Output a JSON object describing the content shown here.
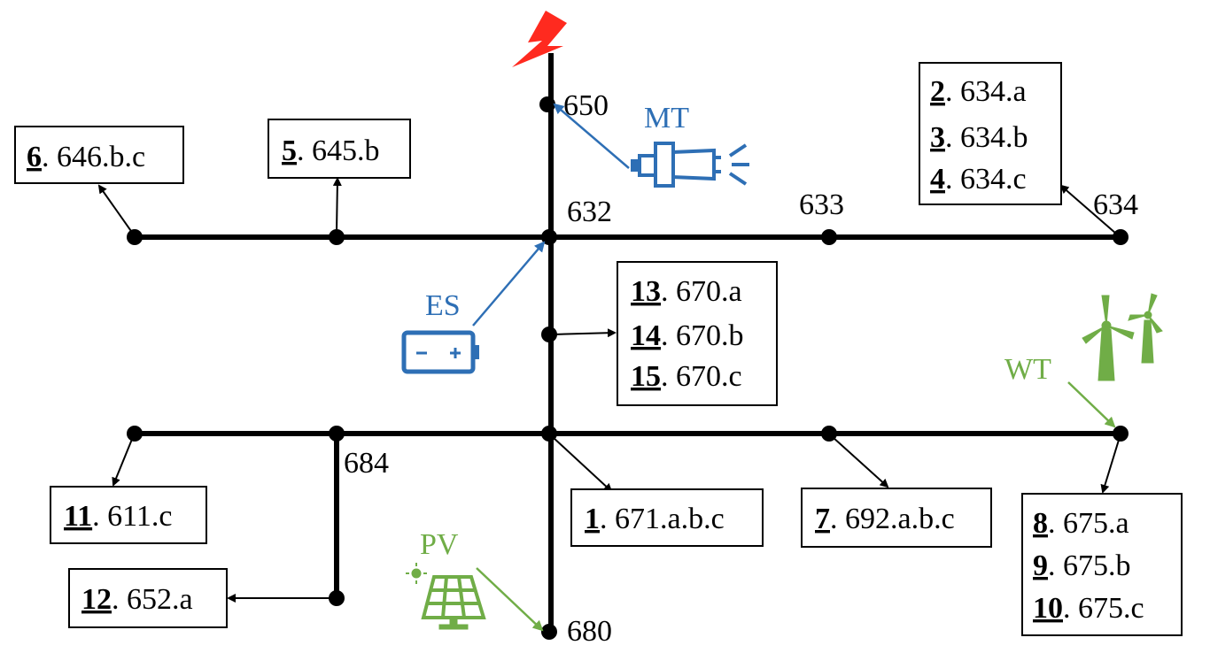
{
  "colors": {
    "line": "#000000",
    "blue": "#2e6fb5",
    "green": "#70ad47",
    "red": "#ff2a1f"
  },
  "nodes": {
    "n650": "650",
    "n632": "632",
    "n633": "633",
    "n634": "634",
    "n684": "684",
    "n680": "680"
  },
  "sources": {
    "mt": "MT",
    "es": "ES",
    "wt": "WT",
    "pv": "PV"
  },
  "boxes": {
    "b646": {
      "lines": [
        {
          "num": "6",
          "text": ". 646.b.c"
        }
      ]
    },
    "b645": {
      "lines": [
        {
          "num": "5",
          "text": ". 645.b"
        }
      ]
    },
    "b634": {
      "lines": [
        {
          "num": "2",
          "text": ". 634.a"
        },
        {
          "num": "3",
          "text": ". 634.b"
        },
        {
          "num": "4",
          "text": ". 634.c"
        }
      ]
    },
    "b670": {
      "lines": [
        {
          "num": "13",
          "text": ". 670.a"
        },
        {
          "num": "14",
          "text": ". 670.b"
        },
        {
          "num": "15",
          "text": ". 670.c"
        }
      ]
    },
    "b611": {
      "lines": [
        {
          "num": "11",
          "text": ". 611.c"
        }
      ]
    },
    "b652": {
      "lines": [
        {
          "num": "12",
          "text": ". 652.a"
        }
      ]
    },
    "b671": {
      "lines": [
        {
          "num": "1",
          "text": ". 671.a.b.c"
        }
      ]
    },
    "b692": {
      "lines": [
        {
          "num": "7",
          "text": ". 692.a.b.c"
        }
      ]
    },
    "b675": {
      "lines": [
        {
          "num": "8",
          "text": ".   675.a"
        },
        {
          "num": "9",
          "text": ".   675.b"
        },
        {
          "num": "10",
          "text": ". 675.c"
        }
      ]
    }
  },
  "icons": {
    "fault": "lightning-bolt-icon",
    "mt": "microturbine-icon",
    "es": "battery-icon",
    "wt": "wind-turbine-icon",
    "pv": "solar-panel-icon"
  }
}
